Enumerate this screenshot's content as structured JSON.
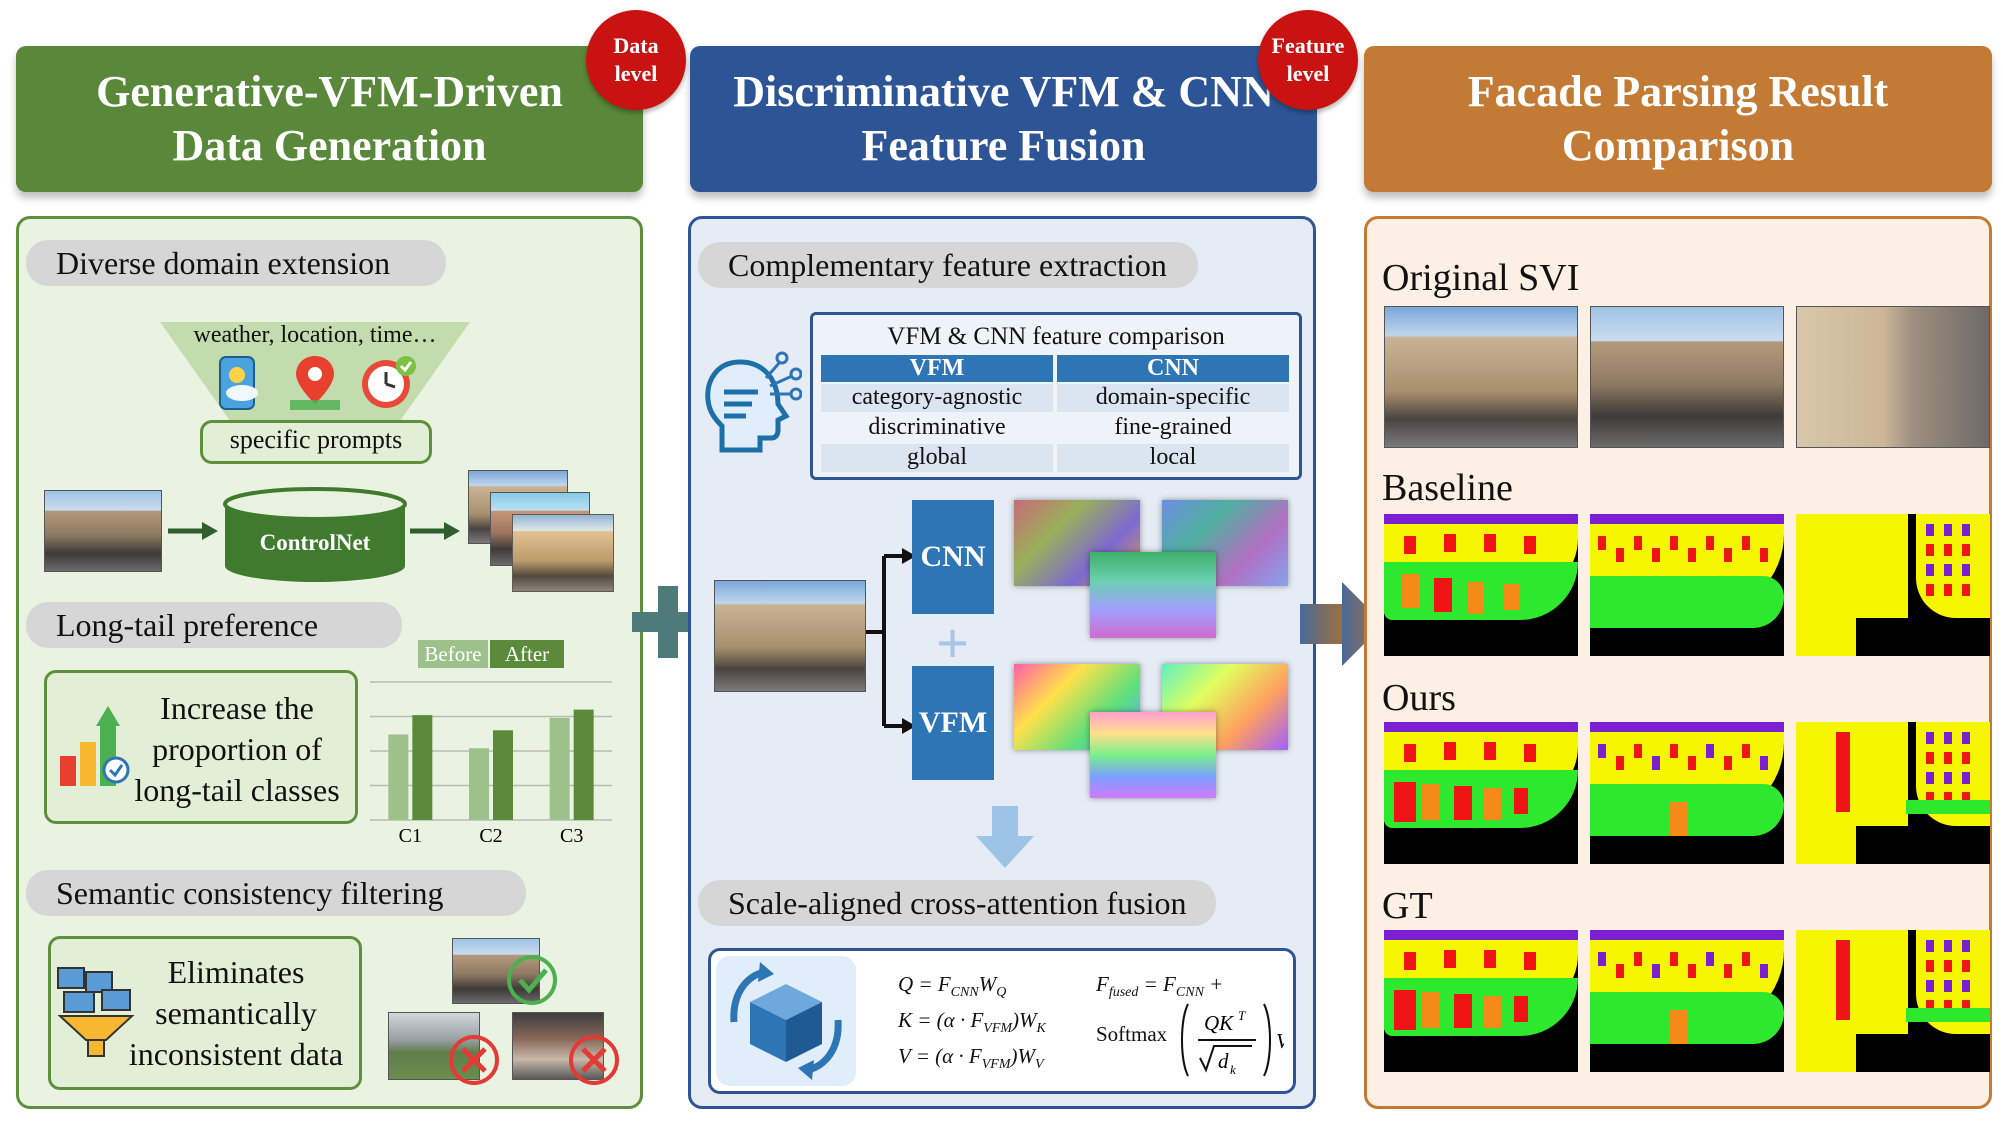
{
  "headers": {
    "data_generation": [
      "Generative-VFM-Driven",
      "Data Generation"
    ],
    "feature_fusion": [
      "Discriminative VFM & CNN",
      "Feature Fusion"
    ],
    "result_comparison": [
      "Facade Parsing Result",
      "Comparison"
    ]
  },
  "badges": {
    "data_level": [
      "Data",
      "level"
    ],
    "feature_level": [
      "Feature",
      "level"
    ]
  },
  "left_panel": {
    "domain_extension": "Diverse domain extension",
    "conditions": "weather, location, time…",
    "prompts": "specific prompts",
    "controlnet": "ControlNet",
    "longtail": "Long-tail preference",
    "legend_before": "Before",
    "legend_after": "After",
    "longtail_text": [
      "Increase the",
      "proportion of",
      "long-tail classes"
    ],
    "semantic": "Semantic consistency filtering",
    "semantic_text": [
      "Eliminates",
      "semantically",
      "inconsistent data"
    ]
  },
  "chart_data": {
    "type": "bar",
    "categories": [
      "C1",
      "C2",
      "C3"
    ],
    "series": [
      {
        "name": "Before",
        "values": [
          0.62,
          0.52,
          0.74
        ]
      },
      {
        "name": "After",
        "values": [
          0.76,
          0.65,
          0.8
        ]
      }
    ],
    "colors": {
      "Before": "#9cc18a",
      "After": "#5a8a3a"
    }
  },
  "middle_panel": {
    "complementary": "Complementary feature extraction",
    "table_title": "VFM & CNN feature comparison",
    "table_headers": [
      "VFM",
      "CNN"
    ],
    "table_rows": [
      [
        "category-agnostic",
        "domain-specific"
      ],
      [
        "discriminative",
        "fine-grained"
      ],
      [
        "global",
        "local"
      ]
    ],
    "cnn": "CNN",
    "vfm": "VFM",
    "plus": "+",
    "fusion": "Scale-aligned cross-attention fusion"
  },
  "right_panel": {
    "rows": [
      "Original SVI",
      "Baseline",
      "Ours",
      "GT"
    ]
  },
  "colors": {
    "green": "#59883a",
    "blue": "#2d5596",
    "orange": "#c27a35",
    "red_badge": "#c91212"
  }
}
